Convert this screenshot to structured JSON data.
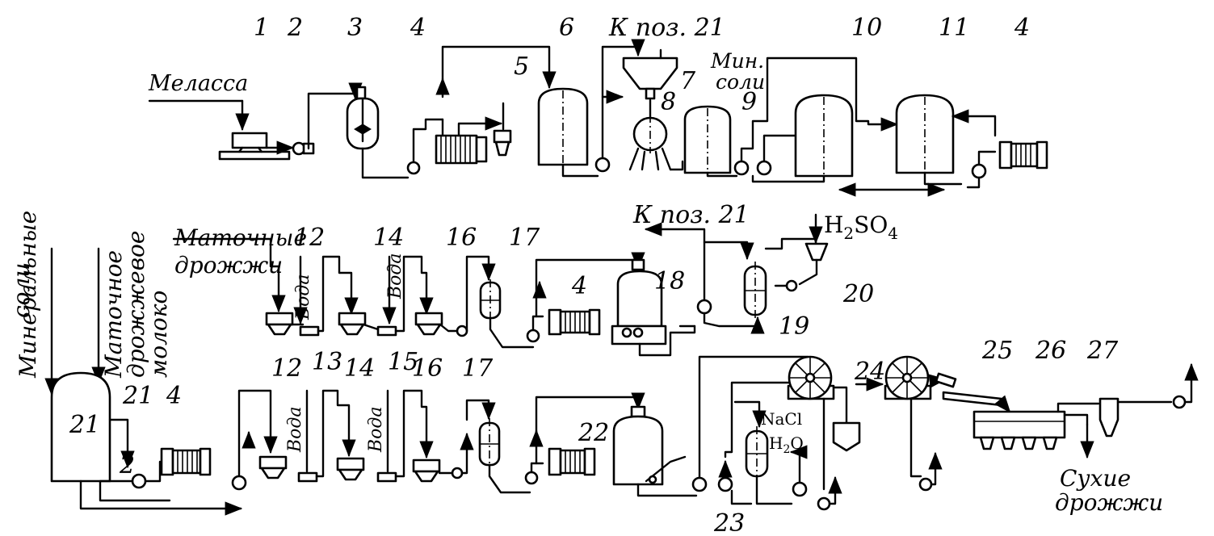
{
  "numbers": {
    "n1": "1",
    "n2a": "2",
    "n3": "3",
    "n4a": "4",
    "n5": "5",
    "n6": "6",
    "n7": "7",
    "n8": "8",
    "n9": "9",
    "n10": "10",
    "n11": "11",
    "n4b": "4",
    "n12a": "12",
    "n14a": "14",
    "n16a": "16",
    "n17a": "17",
    "n4c": "4",
    "n18": "18",
    "n13": "13",
    "n15": "15",
    "n19": "19",
    "n20": "20",
    "n21": "21",
    "n4d": "4",
    "n2b": "2",
    "n12b": "12",
    "n14b": "14",
    "n16b": "16",
    "n17b": "17",
    "n22": "22",
    "n23": "23",
    "n24": "24",
    "n25": "25",
    "n26": "26",
    "n27": "27"
  },
  "labels": {
    "molasses": "Меласса",
    "to_pos21_top": "К поз. 21",
    "to_pos21_mid": "К поз. 21",
    "min_salts_1": "Мин.",
    "min_salts_2": "соли",
    "mother_yeast_1": "Маточные",
    "mother_yeast_2": "дрожжи",
    "water_1": "Вода",
    "water_2": "Вода",
    "water_3": "Вода",
    "water_4": "Вода",
    "mineral_salts_1": "Минеральные",
    "mineral_salts_2": "соли",
    "yeast_milk_1": "Маточное",
    "yeast_milk_2": "дрожжевое",
    "yeast_milk_3": "молоко",
    "dry_yeast_1": "Сухие",
    "dry_yeast_2": "дрожжи",
    "h2so4_base": "H",
    "h2so4_sub": "2",
    "h2so4_tail": "SO",
    "h2so4_sub2": "4",
    "nacl": "NaCl",
    "h2o_base": "H",
    "h2o_sub": "2",
    "h2o_tail": "O"
  }
}
